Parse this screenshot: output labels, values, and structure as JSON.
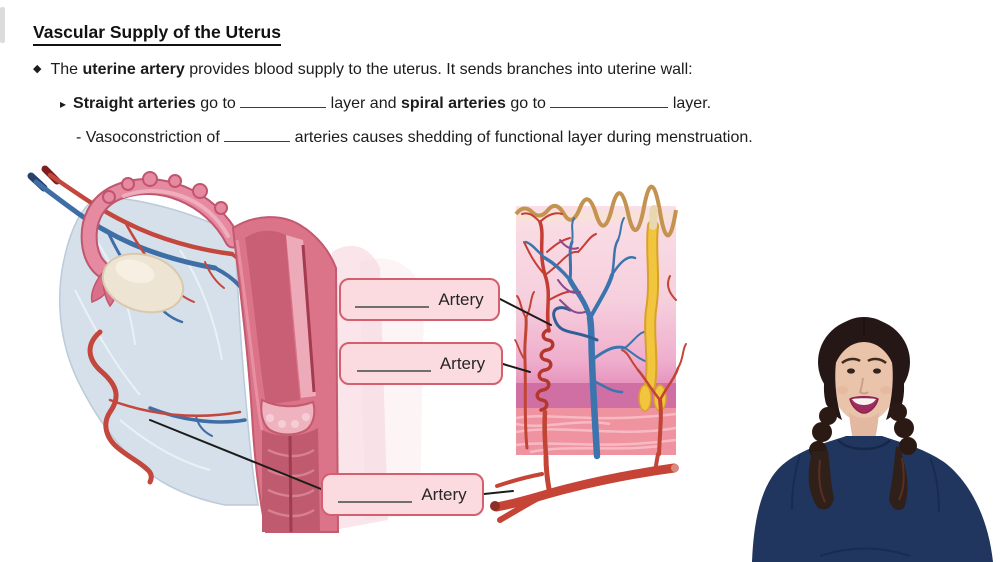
{
  "page": {
    "background": "#ffffff"
  },
  "header": {
    "title": "Vascular Supply of the Uterus",
    "bullet1": {
      "marker": "◆",
      "pre": "The ",
      "bold": "uterine artery",
      "post": " provides blood supply to the uterus. It sends branches into uterine wall:"
    },
    "bullet2": {
      "marker": "▸",
      "bold1": "Straight arteries",
      "mid1": " go to ",
      "mid2": " layer and ",
      "bold2": "spiral arteries",
      "mid3": " go to ",
      "end": " layer."
    },
    "bullet3": {
      "marker": "-",
      "pre": " Vasoconstriction of ",
      "post": " arteries causes shedding of functional layer during menstruation."
    }
  },
  "labels": {
    "boxes": [
      {
        "text": "Artery"
      },
      {
        "text": "Artery"
      },
      {
        "text": "Artery"
      }
    ]
  },
  "colors": {
    "label_box_fill": "#fbdbe0",
    "label_box_border": "#d45f6e",
    "artery_red": "#c4473d",
    "vein_blue": "#3f6ea6",
    "gland_yellow": "#f2c53e",
    "tissue_pink": "#efaecd",
    "myometrium_pink": "#ef93a1",
    "ligament_blue": "#d5e0ea",
    "shirt_navy": "#21365f"
  },
  "illustrations": {
    "uterus": "uterus-and-adnexa-anatomy",
    "endometrium": "endometrial-vascular-histology",
    "instructor": "video-presenter"
  }
}
